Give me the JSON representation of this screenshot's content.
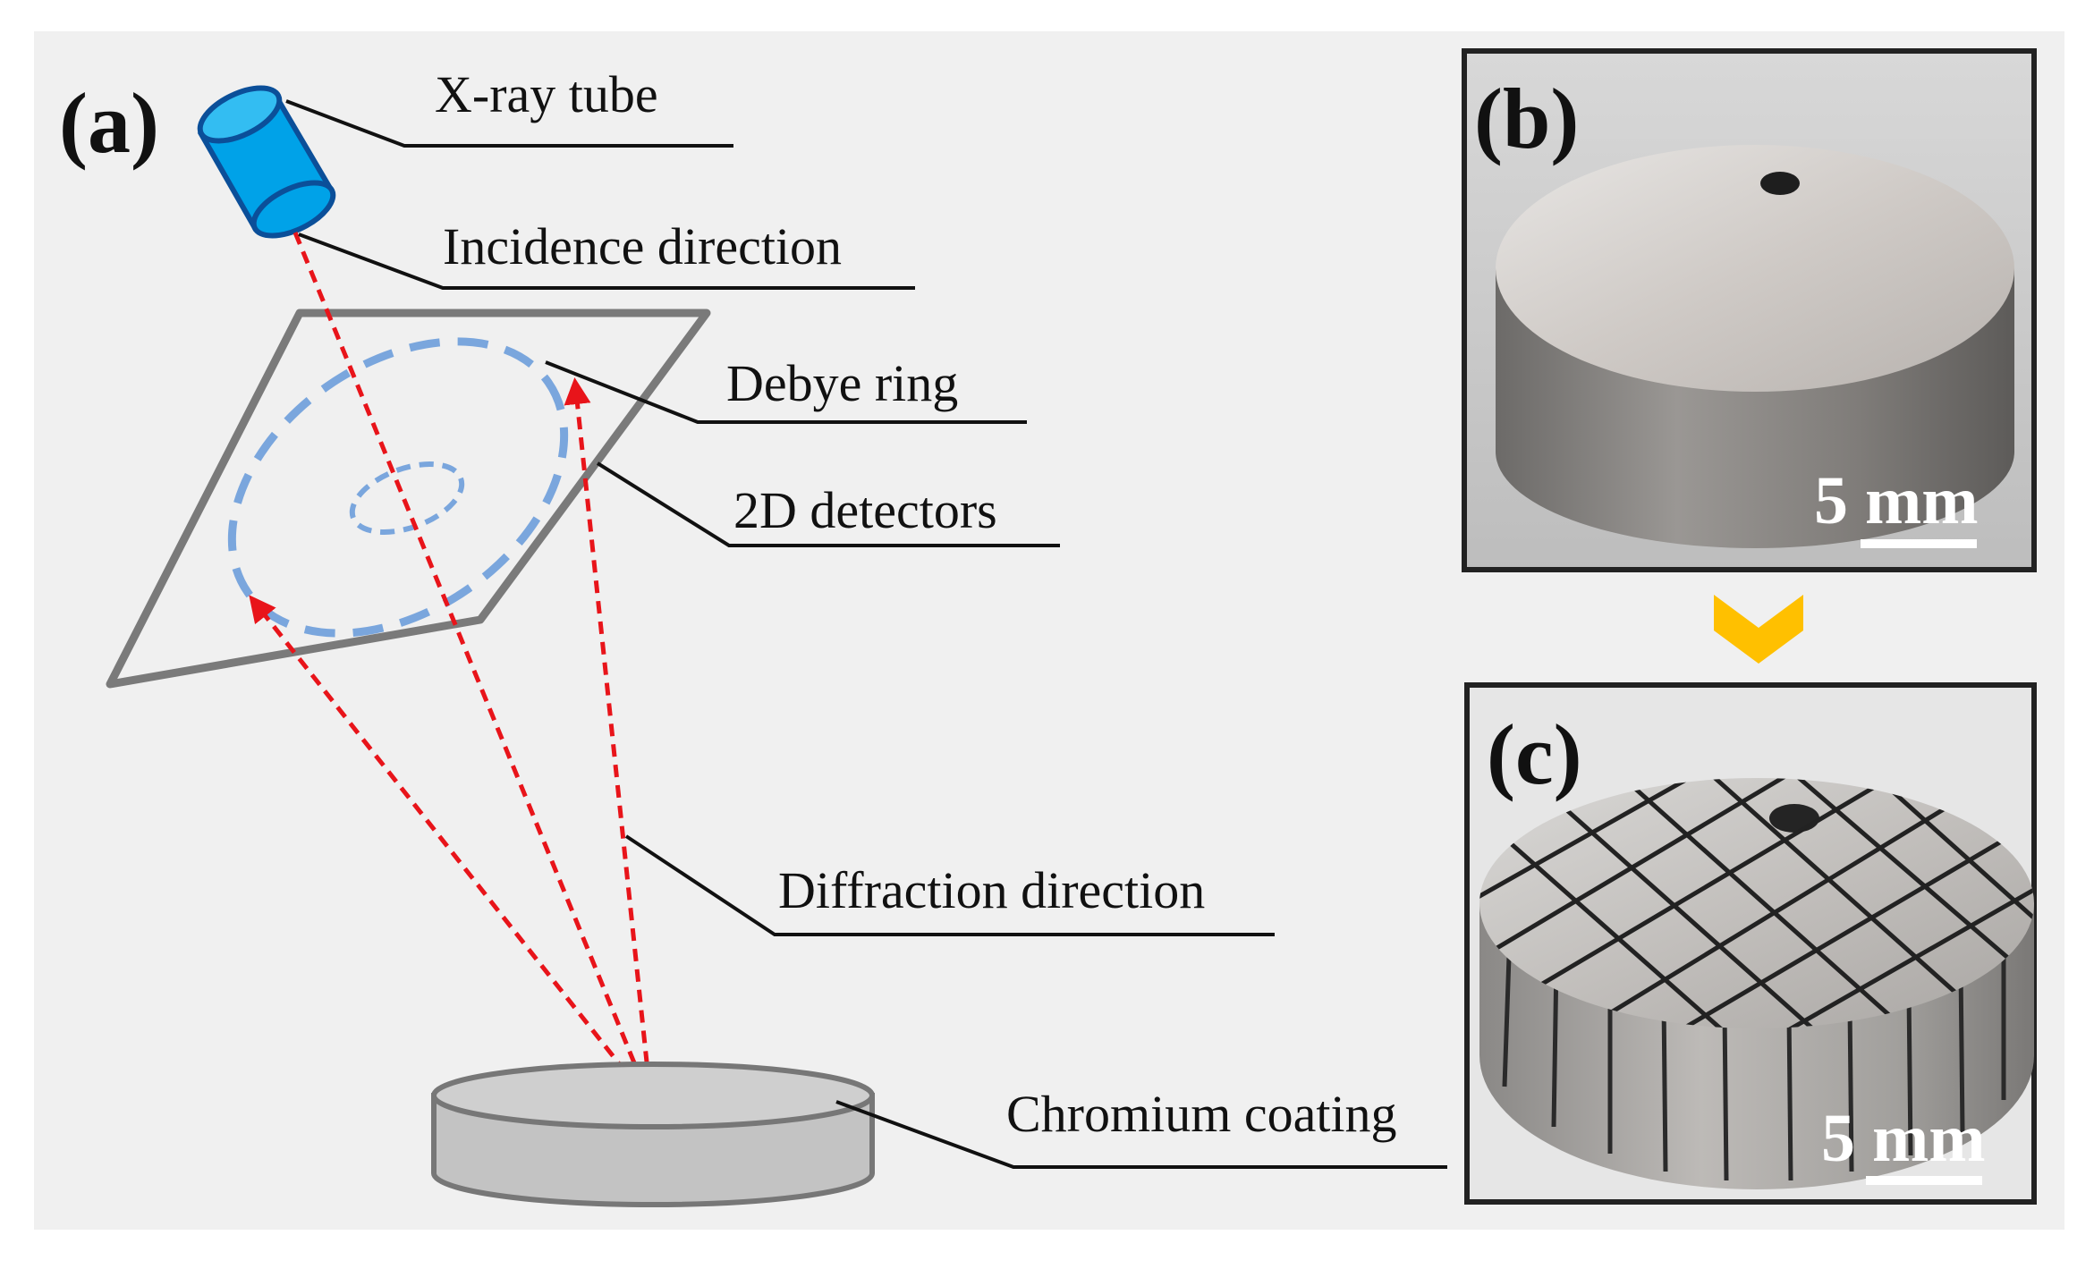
{
  "figure": {
    "panel_a_label": "(a)",
    "panel_b_label": "(b)",
    "panel_c_label": "(c)",
    "labels": {
      "xray_tube": "X-ray tube",
      "incidence_direction": "Incidence direction",
      "debye_ring": "Debye ring",
      "detectors": "2D detectors",
      "diffraction_direction": "Diffraction direction",
      "chromium_coating": "Chromium coating"
    },
    "scale_bar_b": "5 mm",
    "scale_bar_c": "5 mm",
    "colors": {
      "beam": "#e8141a",
      "tube": "#00a2e8",
      "tube_edge": "#0b4f99",
      "ring": "#7aa6dd",
      "detector_frame": "#7a7a7a",
      "arrow_down": "#ffc000",
      "background": "#f0f0f0"
    }
  }
}
